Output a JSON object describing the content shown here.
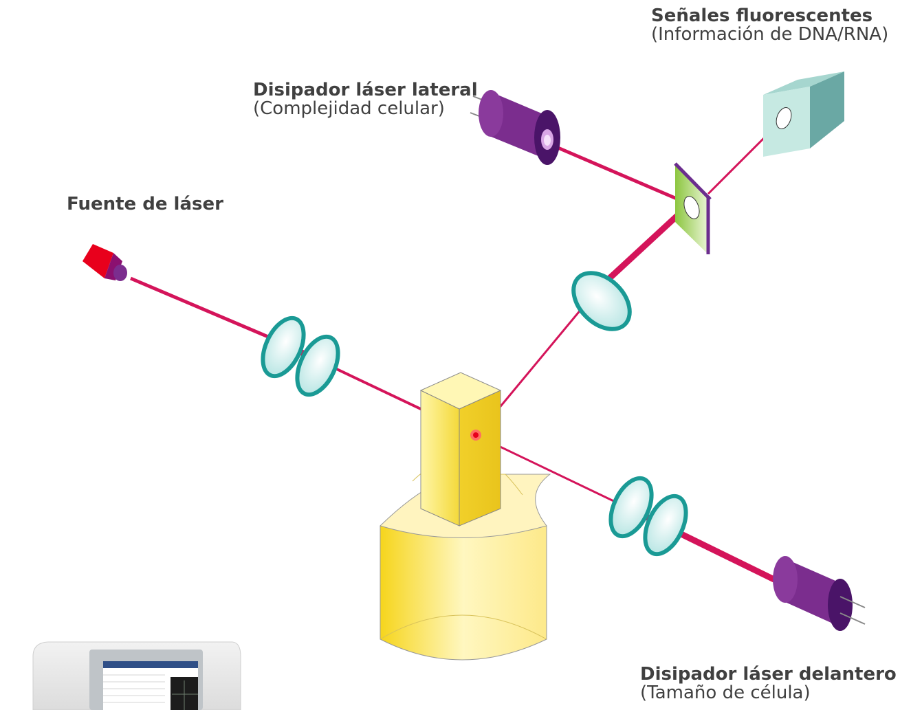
{
  "labels": {
    "fluorescent": {
      "title": "Señales fluorescentes",
      "subtitle": "(Información de DNA/RNA)"
    },
    "side_scatter": {
      "title": "Disipador láser lateral",
      "subtitle": "(Complejidad celular)"
    },
    "laser_source": {
      "title": "Fuente de láser"
    },
    "forward_scatter": {
      "title": "Disipador láser delantero",
      "subtitle": "(Tamaño de célula)"
    }
  },
  "colors": {
    "beam": "#d4145a",
    "lens_rim": "#1a9a95",
    "lens_fill": "#cfeeee",
    "detector_purple": "#7b2d8e",
    "detector_dark": "#4a1468",
    "flow_cell": "#fbe96a",
    "laser_red": "#e8001c",
    "filter_green": "#8cc63f",
    "fluor_box": "#bfe3dd"
  },
  "icons": [
    "laser-emitter-icon",
    "lens-icon",
    "photodetector-icon",
    "dichroic-filter-icon",
    "flow-cell-icon",
    "analyzer-device-icon"
  ]
}
